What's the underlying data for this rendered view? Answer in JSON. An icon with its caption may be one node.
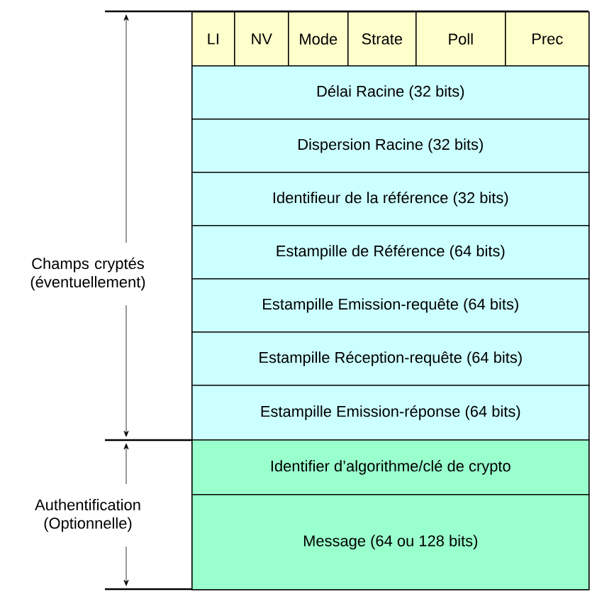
{
  "diagram": {
    "nodes": [
      {
        "text": [
          "LI"
        ]
      },
      {
        "text": [
          "NV"
        ]
      },
      {
        "text": [
          "Mode"
        ]
      },
      {
        "text": [
          "Strate"
        ]
      },
      {
        "text": [
          "Poll"
        ]
      },
      {
        "text": [
          "Prec"
        ]
      },
      {
        "text": [
          "Délai Racine (32 bits)"
        ]
      },
      {
        "text": [
          "Dispersion Racine (32 bits)"
        ]
      },
      {
        "text": [
          "Identifieur de la référence (32 bits)"
        ]
      },
      {
        "text": [
          "Estampille de Référence (64 bits)"
        ]
      },
      {
        "text": [
          "Estampille Emission-requête (64 bits)"
        ]
      },
      {
        "text": [
          "Estampille Réception-requête (64 bits)"
        ]
      },
      {
        "text": [
          "Estampille Emission-réponse (64 bits)"
        ]
      },
      {
        "text": [
          "Identifier d’algorithme/clé de crypto"
        ]
      },
      {
        "text": [
          "Message (64 ou 128 bits)"
        ]
      }
    ],
    "labels": [
      "Champs cryptés (éventuellement)",
      "Authentification (Optionnelle)"
    ]
  }
}
